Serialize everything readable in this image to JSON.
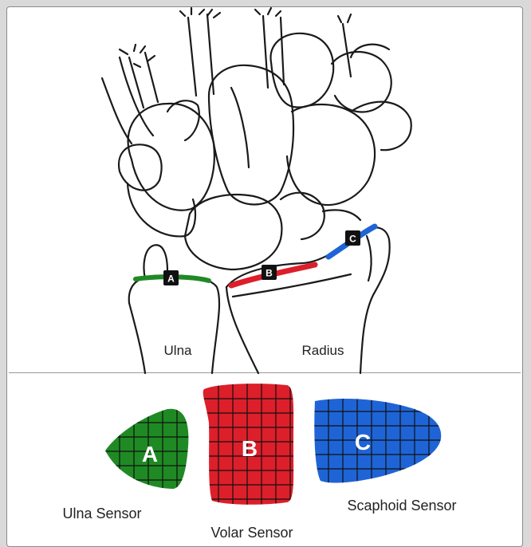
{
  "wrist": {
    "bone_labels": {
      "ulna": "Ulna",
      "radius": "Radius"
    },
    "markers": {
      "a": "A",
      "b": "B",
      "c": "C"
    }
  },
  "sensors": [
    {
      "letter": "A",
      "name": "Ulna Sensor",
      "color": "#1f8a24"
    },
    {
      "letter": "B",
      "name": "Volar Sensor",
      "color": "#dc1f2a"
    },
    {
      "letter": "C",
      "name": "Scaphoid Sensor",
      "color": "#1f64d6"
    }
  ],
  "colors": {
    "outline": "#1a1a1a",
    "ulna_band": "#1f8a24",
    "volar_band": "#dc1f2a",
    "scaphoid_band": "#1f64d6",
    "grid_line": "#111111"
  }
}
